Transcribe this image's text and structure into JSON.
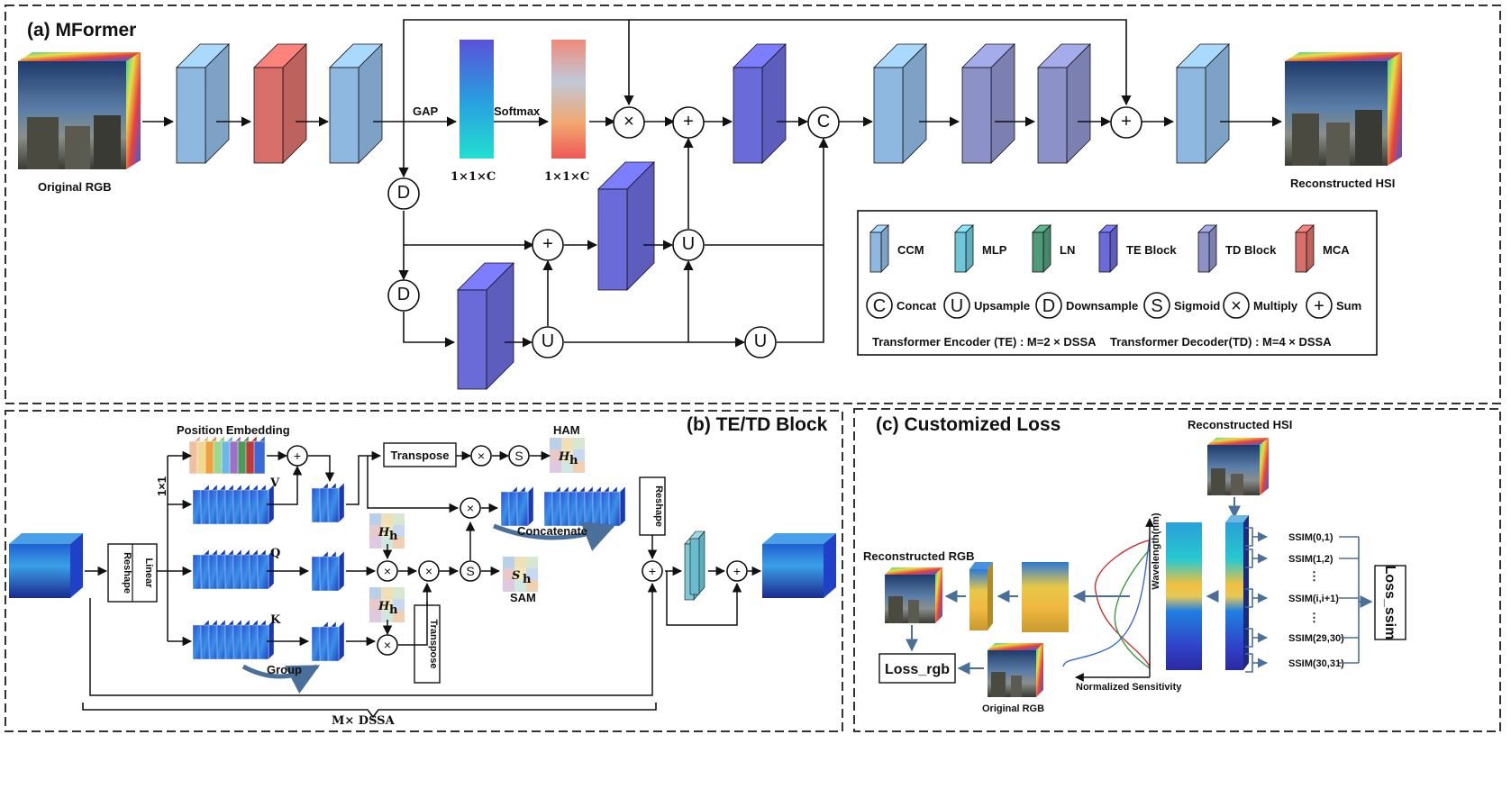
{
  "colors": {
    "ccm": "#8fb8e0",
    "mlp": "#6ec6d8",
    "ln": "#4e9a7a",
    "te_block": "#6a6ad8",
    "td_block": "#8c92c8",
    "mca": "#d86f6a",
    "arrow": "#111111",
    "panel_border": "#333333",
    "blue_arrow": "#4a6f9a"
  },
  "panel_a": {
    "title": "(a) MFormer",
    "original_rgb": "Original RGB",
    "reconstructed_hsi": "Reconstructed HSI",
    "gap": "GAP",
    "softmax": "Softmax",
    "dim1": "1×1×C",
    "dim2": "1×1×C",
    "ops": {
      "multiply": "×",
      "sum": "+",
      "concat": "C",
      "downsample": "D",
      "upsample": "U"
    },
    "legend": {
      "items": [
        "CCM",
        "MLP",
        "LN",
        "TE Block",
        "TD Block",
        "MCA"
      ],
      "symbols": [
        {
          "sym": "C",
          "label": "Concat"
        },
        {
          "sym": "U",
          "label": "Upsample"
        },
        {
          "sym": "D",
          "label": "Downsample"
        },
        {
          "sym": "S",
          "label": "Sigmoid"
        },
        {
          "sym": "×",
          "label": "Multiply"
        },
        {
          "sym": "+",
          "label": "Sum"
        }
      ],
      "te_note": "Transformer Encoder (TE) : M=2 × DSSA",
      "td_note": "Transformer Decoder(TD) : M=4 × DSSA"
    }
  },
  "panel_b": {
    "title": "(b) TE/TD Block",
    "position_embedding": "Position Embedding",
    "one_by_one": "1×1",
    "linear": "Linear",
    "reshape": "Reshape",
    "v": "V",
    "q": "Q",
    "k": "K",
    "transpose": "Transpose",
    "ham": "HAM",
    "sam": "SAM",
    "h_h": "H",
    "h_sub": "h",
    "s_h": "S",
    "concatenate": "Concatenate",
    "group": "Group",
    "reshape2": "Reshape",
    "transpose2": "Transpose",
    "dssa": "M× DSSA",
    "s_op": "S"
  },
  "panel_c": {
    "title": "(c) Customized Loss",
    "reconstructed_hsi": "Reconstructed HSI",
    "reconstructed_rgb": "Reconstructed RGB",
    "original_rgb": "Original RGB",
    "loss_rgb": "Loss_rgb",
    "loss_ssim": "Loss_ssim",
    "wavelength": "Wavelength(nm)",
    "sensitivity": "Normalized Sensitivity",
    "ssim": [
      "SSIM(0,1)",
      "SSIM(1,2)",
      "SSIM(i,i+1)",
      "SSIM(29,30)",
      "SSIM(30,31)"
    ],
    "dots": "⋮"
  }
}
